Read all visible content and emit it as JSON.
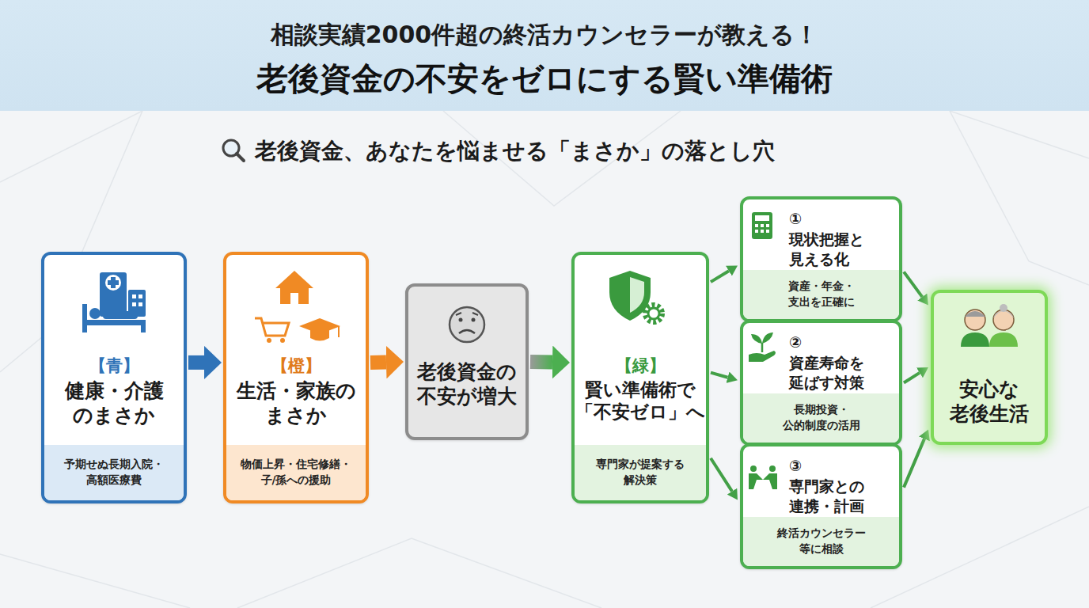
{
  "diagram": {
    "title": "老後資金の不安をゼロにする賢い準備術",
    "nodes": [
      {
        "text": [
          "【青】",
          "健康・介護 のまさか",
          "予期せぬ長期入院・ 高額医療費"
        ]
      },
      {
        "text": [
          "【橙】",
          "生活・家族の まさか",
          "物価上昇・住宅修繕・ 子/孫への援助"
        ]
      },
      {
        "text": [
          "老後資金の 不安が増大"
        ]
      },
      {
        "text": [
          "【緑】",
          "賢い準備術で 「不安ゼロ」へ",
          "専門家が提案する 解決策"
        ]
      },
      {
        "text": [
          "① 現状把握と 見える化",
          "資産・年金・ 支出を正確に"
        ]
      },
      {
        "text": [
          "② 資産寿命を 延ばす対策",
          "長期投資・ 公的制度の活用"
        ]
      },
      {
        "text": [
          "③ 専門家との 連携・計画",
          "終活カウンセラー 等に相談"
        ]
      },
      {
        "text": [
          "安心な 老後生活"
        ]
      }
    ],
    "edges": [
      {
        "from": 0,
        "to": 1,
        "arrow": "to"
      },
      {
        "from": 1,
        "to": 2,
        "arrow": "to"
      },
      {
        "from": 2,
        "to": 3,
        "arrow": "to"
      },
      {
        "from": 3,
        "to": 4,
        "arrow": "to"
      },
      {
        "from": 3,
        "to": 5,
        "arrow": "to"
      },
      {
        "from": 3,
        "to": 6,
        "arrow": "to"
      },
      {
        "from": 4,
        "to": 7,
        "arrow": "to"
      },
      {
        "from": 5,
        "to": 7,
        "arrow": "to"
      },
      {
        "from": 6,
        "to": 7,
        "arrow": "to"
      }
    ],
    "labels": [
      "相談実績2000件超の終活カウンセラーが教える！",
      "老後資金、あなたを悩ませる「まさか」の落とし穴"
    ]
  }
}
